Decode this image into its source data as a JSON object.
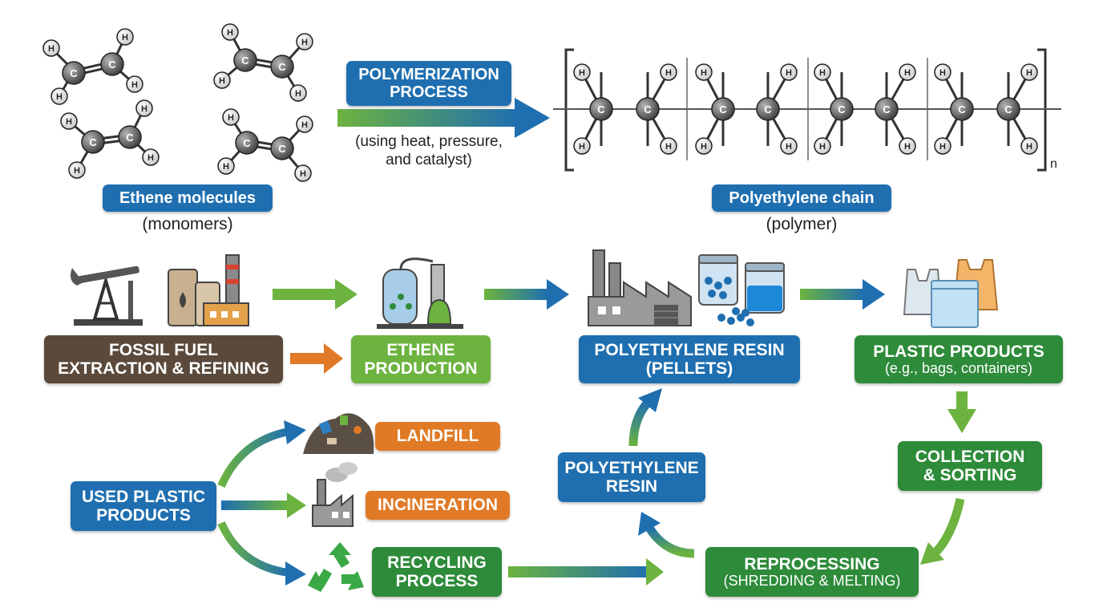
{
  "colors": {
    "blue": "#1f6fb0",
    "green": "#2e8b3a",
    "light_green": "#6cb33f",
    "orange": "#e07a26",
    "brown": "#5b4a3c"
  },
  "top": {
    "ethene_label": "Ethene molecules",
    "ethene_sub": "(monomers)",
    "process_label_1": "POLYMERIZATION",
    "process_label_2": "PROCESS",
    "process_note_1": "(using heat, pressure,",
    "process_note_2": "and catalyst)",
    "chain_label": "Polyethylene chain",
    "chain_sub": "(polymer)",
    "atom_h": "H",
    "atom_c": "C",
    "repeat_n": "n"
  },
  "production": {
    "fossil_1": "FOSSIL FUEL",
    "fossil_2": "EXTRACTION & REFINING",
    "ethene_1": "ETHENE",
    "ethene_2": "PRODUCTION",
    "resin_1": "POLYETHYLENE RESIN",
    "resin_2": "(PELLETS)",
    "products_1": "PLASTIC PRODUCTS",
    "products_2": "(e.g., bags, containers)"
  },
  "lifecycle": {
    "used_1": "USED PLASTIC",
    "used_2": "PRODUCTS",
    "landfill": "LANDFILL",
    "incineration": "INCINERATION",
    "recycling_1": "RECYCLING",
    "recycling_2": "PROCESS",
    "resin_1": "POLYETHYLENE",
    "resin_2": "RESIN",
    "collection_1": "COLLECTION",
    "collection_2": "& SORTING",
    "reprocessing_1": "REPROCESSING",
    "reprocessing_2": "(SHREDDING & MELTING)"
  },
  "icons": [
    "oil-pump-icon",
    "refinery-icon",
    "chemical-plant-icon",
    "factory-icon",
    "pellet-jars-icon",
    "plastic-bags-icon",
    "landfill-icon",
    "incinerator-icon",
    "recycle-icon"
  ]
}
